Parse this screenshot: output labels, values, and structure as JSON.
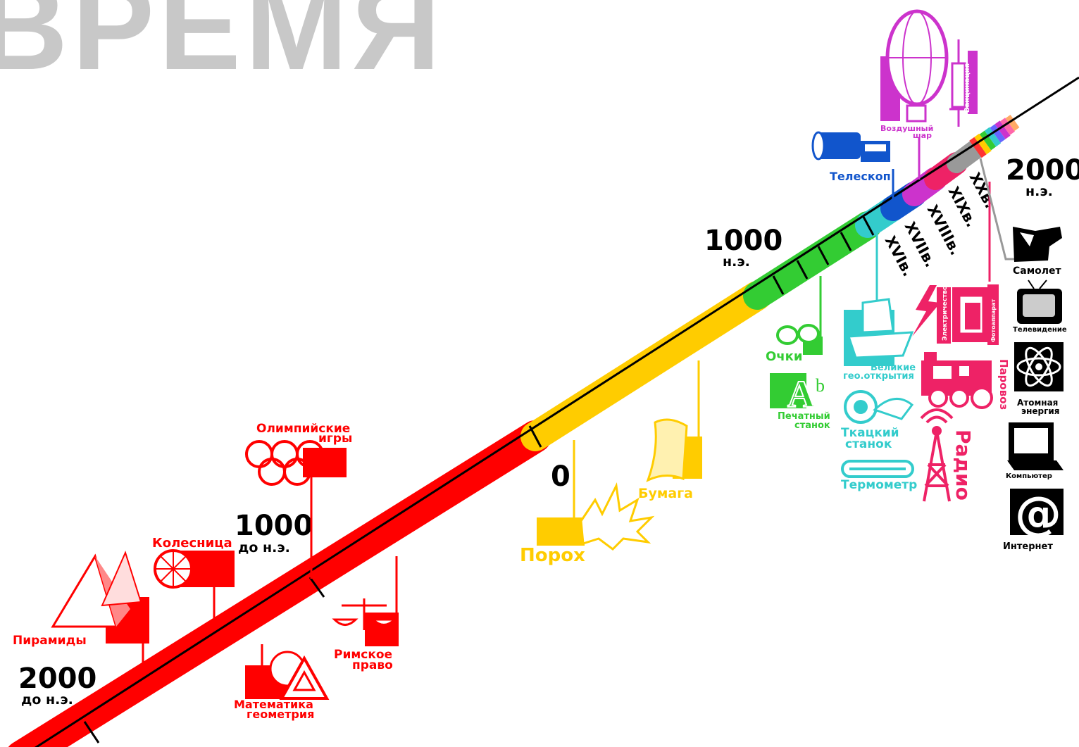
{
  "title": "ВРЕМЯ",
  "colors": {
    "red": "#ff0000",
    "yellow": "#ffcc00",
    "green": "#33cc33",
    "cyan": "#33cccc",
    "blue": "#1155cc",
    "purple": "#cc33cc",
    "magenta": "#ee2266",
    "gray": "#999999",
    "black": "#000000",
    "title_gray": "#c8c8c8"
  },
  "dates": {
    "d2000bc": {
      "year": "2000",
      "era": "до н.э."
    },
    "d1000bc": {
      "year": "1000",
      "era": "до н.э."
    },
    "zero": {
      "year": "0"
    },
    "d1000ad": {
      "year": "1000",
      "era": "н.э."
    },
    "d2000ad": {
      "year": "2000",
      "era": "н.э."
    }
  },
  "centuries": [
    "XVIв.",
    "XVIIв.",
    "XVIIIв.",
    "XIXв.",
    "XXв."
  ],
  "events": {
    "pyramids": "Пирамиды",
    "chariot": "Колесница",
    "olympics": [
      "Олимпийские",
      "игры"
    ],
    "math": [
      "Математика",
      "геометрия"
    ],
    "roman_law": [
      "Римское",
      "право"
    ],
    "gunpowder": "Порох",
    "paper": "Бумага",
    "glasses": "Очки",
    "printing": [
      "Печатный",
      "станок"
    ],
    "telescope": "Телескоп",
    "discoveries": [
      "Великие",
      "гео.открытия"
    ],
    "loom": [
      "Ткацкий",
      "станок"
    ],
    "thermometer": "Термометр",
    "balloon": [
      "Воздушный",
      "шар"
    ],
    "vaccination": "Вакцинация",
    "electricity": "Электричество",
    "photo": "Фотоаппарат",
    "locomotive": "Паровоз",
    "radio": "Радио",
    "airplane": "Самолет",
    "tv": "Телевидение",
    "atomic": [
      "Атомная",
      "энергия"
    ],
    "computer": "Компьютер",
    "internet": "Интернет"
  }
}
